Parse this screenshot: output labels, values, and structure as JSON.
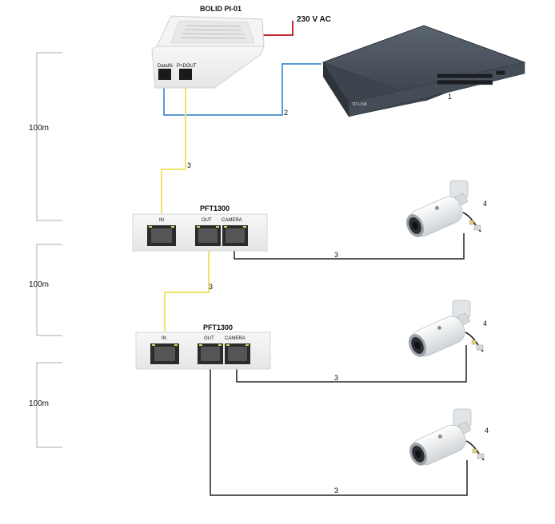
{
  "labels": {
    "injector_title": "BOLID PI-01",
    "power_label": "230 V  AC",
    "port_datain": "DataIN",
    "port_pinout": "P+DOUT",
    "switch_id": "1",
    "switch_brand": "TP-LINK",
    "cable_2": "2",
    "cable_3": "3",
    "camera_id": "4",
    "extender_title": "PFT1300",
    "port_in": "IN",
    "port_out": "OUT",
    "port_camera": "CAMERA",
    "distance": "100m"
  },
  "colors": {
    "power": "#c0282d",
    "blue": "#5b9bd5",
    "yellow": "#f0e36a",
    "black": "#222222",
    "bracket": "#aaaaaa"
  }
}
